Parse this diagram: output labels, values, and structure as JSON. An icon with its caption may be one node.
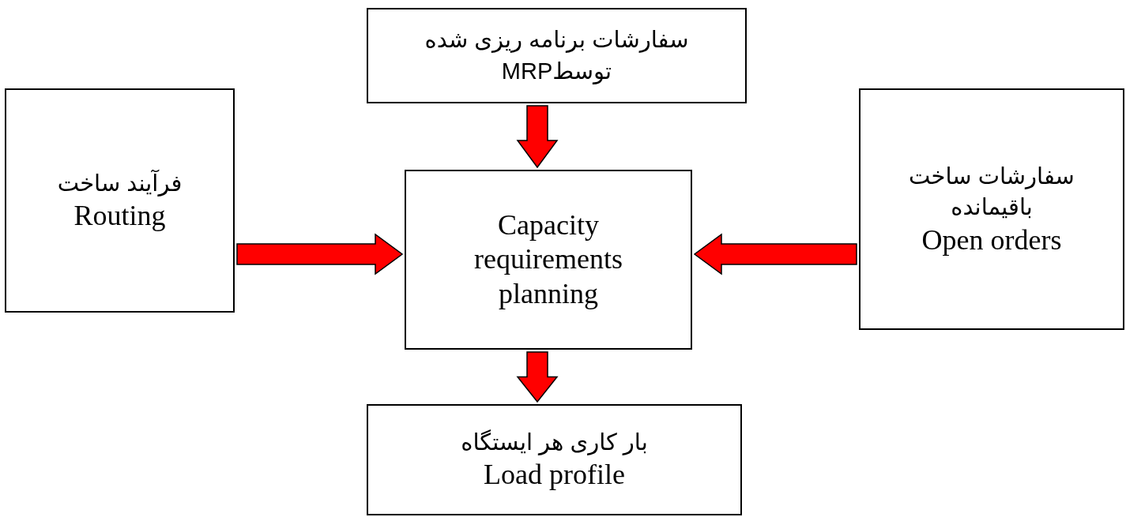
{
  "diagram": {
    "nodes": [
      {
        "text": [
          "سفارشات برنامه ریزی شده توسطMRP"
        ]
      },
      {
        "text": [
          "فرآیند ساخت",
          "Routing"
        ]
      },
      {
        "text": [
          "Capacity requirements planning"
        ]
      },
      {
        "text": [
          "سفارشات ساخت باقیمانده",
          "Open orders"
        ]
      },
      {
        "text": [
          "بار کاری هر ایستگاه",
          "Load profile"
        ]
      }
    ],
    "edges": [
      {
        "from": 0,
        "to": 2,
        "arrow": "to"
      },
      {
        "from": 1,
        "to": 2,
        "arrow": "to"
      },
      {
        "from": 3,
        "to": 2,
        "arrow": "to"
      },
      {
        "from": 2,
        "to": 4,
        "arrow": "to"
      }
    ]
  }
}
